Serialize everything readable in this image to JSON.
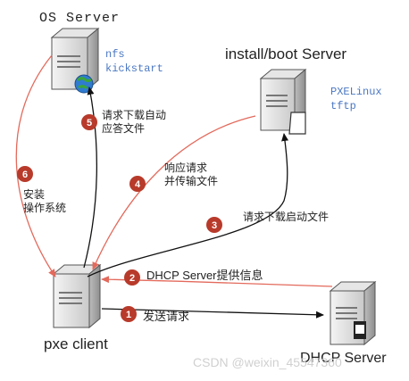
{
  "nodes": {
    "os_server": {
      "title": "OS Server",
      "items": [
        "nfs",
        "kickstart"
      ]
    },
    "boot_server": {
      "title": "install/boot Server",
      "items": [
        "PXELinux",
        "tftp"
      ]
    },
    "pxe_client": {
      "title": "pxe client"
    },
    "dhcp_server": {
      "title": "DHCP Server"
    }
  },
  "steps": [
    {
      "num": "1",
      "text": "发送请求"
    },
    {
      "num": "2",
      "text": "DHCP Server提供信息"
    },
    {
      "num": "3",
      "text": "请求下载启动文件"
    },
    {
      "num": "4",
      "lines": [
        "响应请求",
        "并传输文件"
      ]
    },
    {
      "num": "5",
      "lines": [
        "请求下载自动",
        "应答文件"
      ]
    },
    {
      "num": "6",
      "lines": [
        "安装",
        "操作系统"
      ]
    }
  ],
  "watermark": "CSDN @weixin_45547360",
  "colors": {
    "badge": "#b83a2a",
    "arrow_red": "#e36a5c",
    "arrow_black": "#111111"
  }
}
